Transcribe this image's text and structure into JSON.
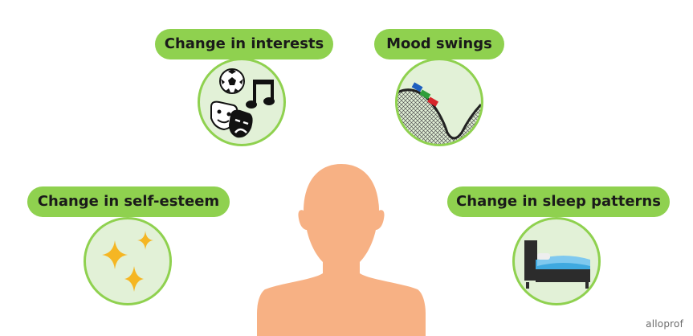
{
  "labels": {
    "interests": "Change in interests",
    "mood": "Mood swings",
    "self_esteem": "Change in self-esteem",
    "sleep": "Change in sleep patterns"
  },
  "brand": "alloprof",
  "colors": {
    "pill": "#8fd14f",
    "circle_fill": "#e2f1d7",
    "person": "#f7b184",
    "sparkle": "#f5b623",
    "bed": "#3fa9e0"
  },
  "icons": [
    "soccer-ball-icon",
    "music-note-icon",
    "theater-masks-icon",
    "roller-coaster-icon",
    "sparkles-icon",
    "bed-icon",
    "person-silhouette"
  ]
}
